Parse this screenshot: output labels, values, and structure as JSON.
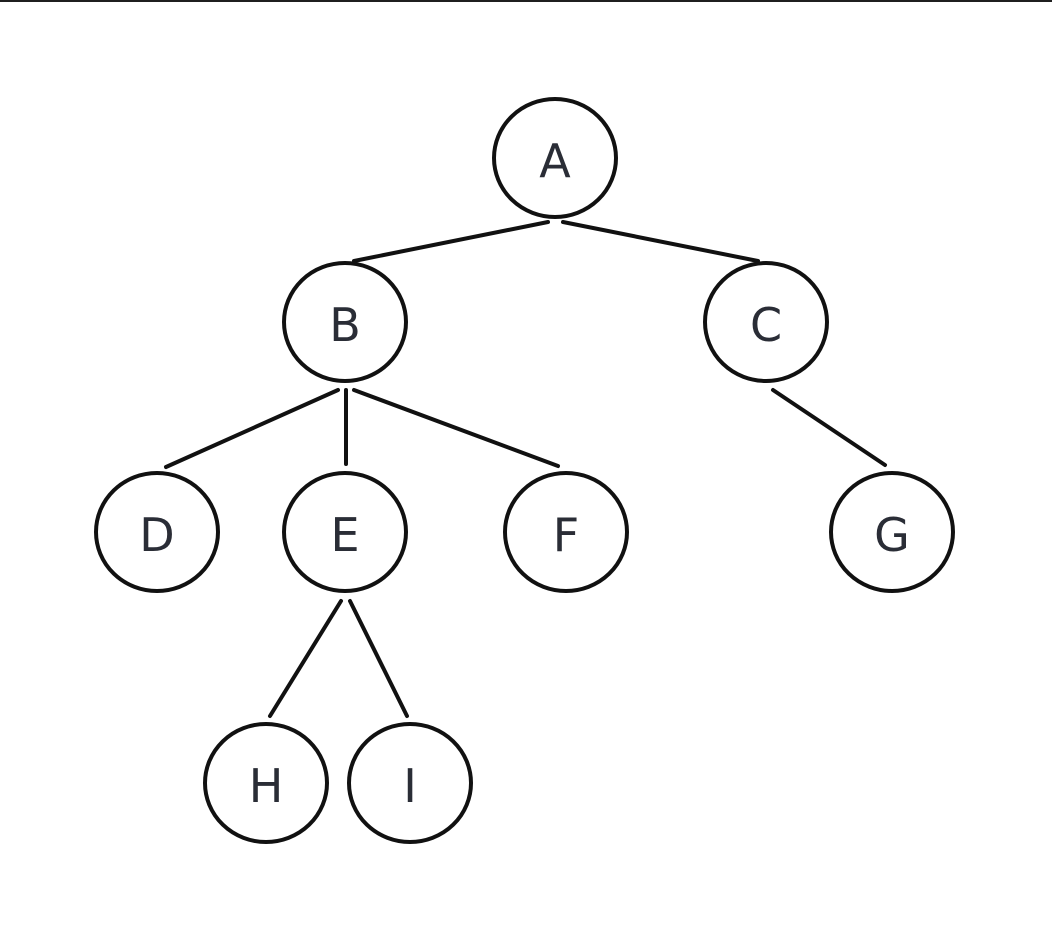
{
  "diagram": {
    "type": "tree",
    "colors": {
      "stroke": "#111111",
      "text": "#2a2d36",
      "background": "#ffffff"
    },
    "nodes": [
      {
        "id": "A",
        "label": "A"
      },
      {
        "id": "B",
        "label": "B"
      },
      {
        "id": "C",
        "label": "C"
      },
      {
        "id": "D",
        "label": "D"
      },
      {
        "id": "E",
        "label": "E"
      },
      {
        "id": "F",
        "label": "F"
      },
      {
        "id": "G",
        "label": "G"
      },
      {
        "id": "H",
        "label": "H"
      },
      {
        "id": "I",
        "label": "I"
      }
    ],
    "edges": [
      {
        "from": "A",
        "to": "B"
      },
      {
        "from": "A",
        "to": "C"
      },
      {
        "from": "B",
        "to": "D"
      },
      {
        "from": "B",
        "to": "E"
      },
      {
        "from": "B",
        "to": "F"
      },
      {
        "from": "C",
        "to": "G"
      },
      {
        "from": "E",
        "to": "H"
      },
      {
        "from": "E",
        "to": "I"
      }
    ]
  }
}
